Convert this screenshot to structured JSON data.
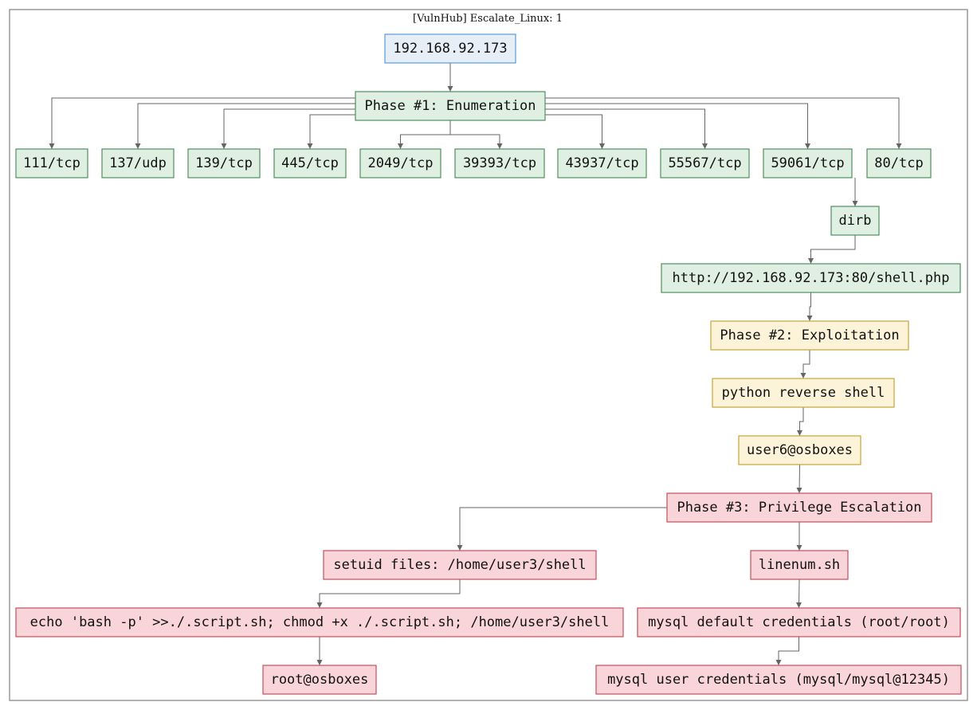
{
  "title": "[VulnHub] Escalate_Linux: 1",
  "colors": {
    "blue_fill": "#e6eef8",
    "blue_stroke": "#5b9bd5",
    "green_fill": "#dff0e2",
    "green_stroke": "#4f8f5f",
    "yellow_fill": "#fdf3d8",
    "yellow_stroke": "#c9a43a",
    "red_fill": "#f9d5d9",
    "red_stroke": "#c0505a",
    "edge": "#666666",
    "frame": "#999999"
  },
  "nodes": [
    {
      "id": "ip",
      "label": "192.168.92.173",
      "phase": "blue"
    },
    {
      "id": "phase1",
      "label": "Phase #1: Enumeration",
      "phase": "green"
    },
    {
      "id": "p111",
      "label": "111/tcp",
      "phase": "green"
    },
    {
      "id": "p137",
      "label": "137/udp",
      "phase": "green"
    },
    {
      "id": "p139",
      "label": "139/tcp",
      "phase": "green"
    },
    {
      "id": "p445",
      "label": "445/tcp",
      "phase": "green"
    },
    {
      "id": "p2049",
      "label": "2049/tcp",
      "phase": "green"
    },
    {
      "id": "p39393",
      "label": "39393/tcp",
      "phase": "green"
    },
    {
      "id": "p43937",
      "label": "43937/tcp",
      "phase": "green"
    },
    {
      "id": "p55567",
      "label": "55567/tcp",
      "phase": "green"
    },
    {
      "id": "p59061",
      "label": "59061/tcp",
      "phase": "green"
    },
    {
      "id": "p80",
      "label": "80/tcp",
      "phase": "green"
    },
    {
      "id": "dirb",
      "label": "dirb",
      "phase": "green"
    },
    {
      "id": "url",
      "label": "http://192.168.92.173:80/shell.php",
      "phase": "green"
    },
    {
      "id": "phase2",
      "label": "Phase #2: Exploitation",
      "phase": "yellow"
    },
    {
      "id": "revshell",
      "label": "python reverse shell",
      "phase": "yellow"
    },
    {
      "id": "user6",
      "label": "user6@osboxes",
      "phase": "yellow"
    },
    {
      "id": "phase3",
      "label": "Phase #3: Privilege Escalation",
      "phase": "red"
    },
    {
      "id": "setuid",
      "label": "setuid files: /home/user3/shell",
      "phase": "red"
    },
    {
      "id": "echo",
      "label": "echo 'bash -p' >>./.script.sh; chmod +x ./.script.sh; /home/user3/shell",
      "phase": "red"
    },
    {
      "id": "root",
      "label": "root@osboxes",
      "phase": "red"
    },
    {
      "id": "linenum",
      "label": "linenum.sh",
      "phase": "red"
    },
    {
      "id": "mysqldef",
      "label": "mysql default credentials (root/root)",
      "phase": "red"
    },
    {
      "id": "mysqluser",
      "label": "mysql user credentials (mysql/mysql@12345)",
      "phase": "red"
    }
  ],
  "edges": [
    [
      "ip",
      "phase1"
    ],
    [
      "phase1",
      "p111"
    ],
    [
      "phase1",
      "p137"
    ],
    [
      "phase1",
      "p139"
    ],
    [
      "phase1",
      "p445"
    ],
    [
      "phase1",
      "p2049"
    ],
    [
      "phase1",
      "p39393"
    ],
    [
      "phase1",
      "p43937"
    ],
    [
      "phase1",
      "p55567"
    ],
    [
      "phase1",
      "p59061"
    ],
    [
      "phase1",
      "p80"
    ],
    [
      "p80",
      "dirb"
    ],
    [
      "dirb",
      "url"
    ],
    [
      "url",
      "phase2"
    ],
    [
      "phase2",
      "revshell"
    ],
    [
      "revshell",
      "user6"
    ],
    [
      "user6",
      "phase3"
    ],
    [
      "phase3",
      "setuid"
    ],
    [
      "setuid",
      "echo"
    ],
    [
      "echo",
      "root"
    ],
    [
      "phase3",
      "linenum"
    ],
    [
      "linenum",
      "mysqldef"
    ],
    [
      "mysqldef",
      "mysqluser"
    ]
  ]
}
